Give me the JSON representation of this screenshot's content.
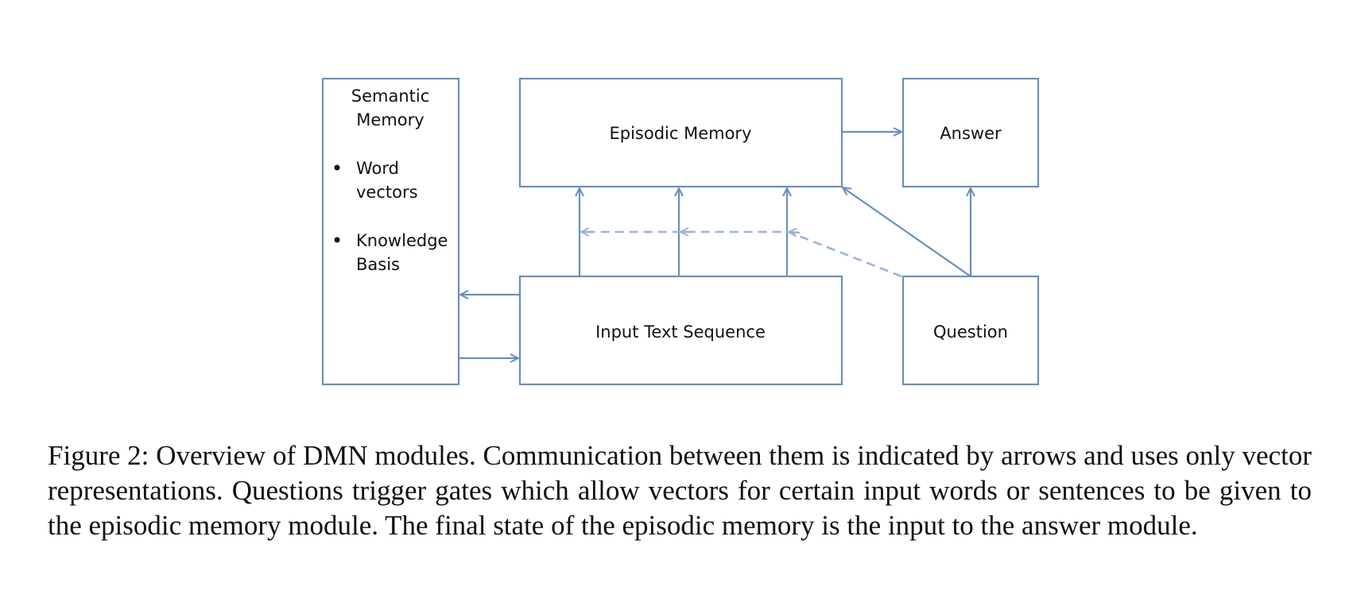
{
  "diagram": {
    "semantic_memory": {
      "title_line1": "Semantic",
      "title_line2": "Memory",
      "bullet1_line1": "Word",
      "bullet1_line2": "vectors",
      "bullet2_line1": "Knowledge",
      "bullet2_line2": "Basis"
    },
    "episodic_memory": "Episodic Memory",
    "answer": "Answer",
    "input_text_sequence": "Input Text Sequence",
    "question": "Question",
    "accent_color": "#6a8fbd",
    "dashed_color": "#9cb4d6"
  },
  "caption": "Figure 2: Overview of DMN modules. Communication between them is indicated by arrows and uses only vector representations. Questions trigger gates which allow vectors for certain input words or sentences to be given to the episodic memory module. The final state of the episodic memory is the input to the answer module."
}
